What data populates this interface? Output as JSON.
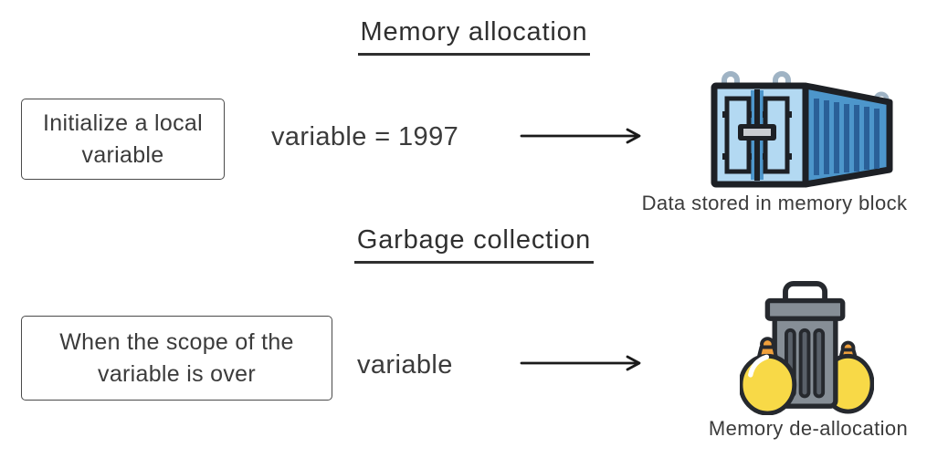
{
  "colors": {
    "background": "#ffffff",
    "text": "#3b3b3b",
    "outline": "#1d2025",
    "container_front_blue": "#b3d9f2",
    "container_side_blue": "#4d96cb",
    "container_rib_blue": "#2a6098",
    "hook_gray": "#9fb3c4",
    "handle_gray": "#c9ccd1",
    "trash_gray": "#868e96",
    "trash_slat_gray": "#596069",
    "bag_yellow": "#f8d947",
    "knot_orange": "#f0a03c"
  },
  "sections": [
    {
      "title": "Memory allocation",
      "box_text": "Initialize a local\nvariable",
      "expression": "variable = 1997",
      "icon_name": "shipping-container-icon",
      "caption": "Data stored in memory block"
    },
    {
      "title": "Garbage collection",
      "box_text": "When the scope of the\nvariable is over",
      "expression": "variable",
      "icon_name": "trash-can-with-bags-icon",
      "caption": "Memory de-allocation"
    }
  ]
}
